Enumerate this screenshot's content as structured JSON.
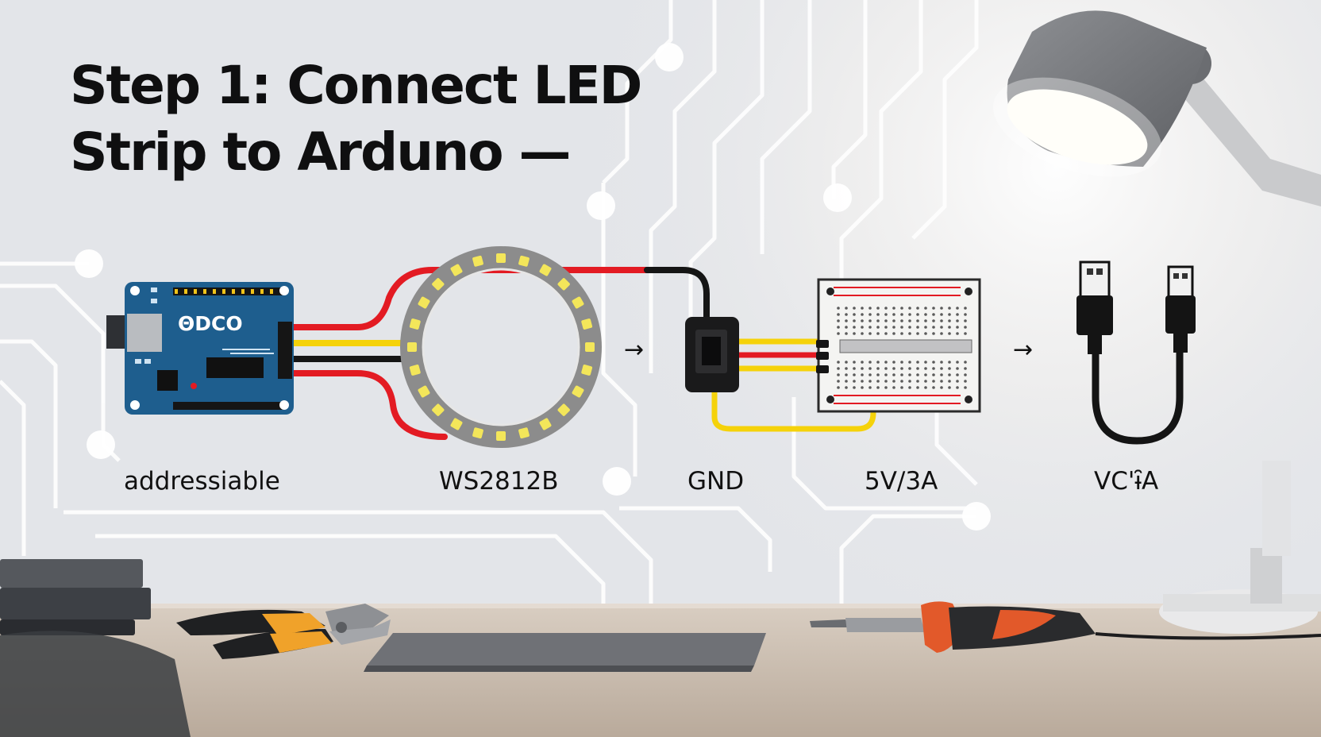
{
  "title": {
    "line1": "Step 1: Connect LED",
    "line2": "Strip to Arduno —"
  },
  "board": {
    "logo_text": "ΘDCO"
  },
  "labels": [
    "addressiable",
    "WS2812B",
    "GND",
    "5V/3A",
    "VC'ɨ̑A"
  ],
  "arrows": [
    "→",
    "→"
  ],
  "colors": {
    "background": "#e4e6ea",
    "circuit_traces": "#ffffff",
    "board_blue": "#1e5e8e",
    "wire_red": "#e31b23",
    "wire_yellow": "#f5d20a",
    "wire_black": "#151515",
    "led_ring": "#8c8c8c",
    "led_yellow": "#f3e65a",
    "desk": "#cfc2b4"
  },
  "icons": [
    "arduino-board-icon",
    "led-ring-icon",
    "switch-module-icon",
    "breadboard-icon",
    "usb-cable-icon",
    "desk-lamp-icon",
    "pliers-icon",
    "soldering-iron-icon",
    "books-icon",
    "tablet-icon"
  ]
}
